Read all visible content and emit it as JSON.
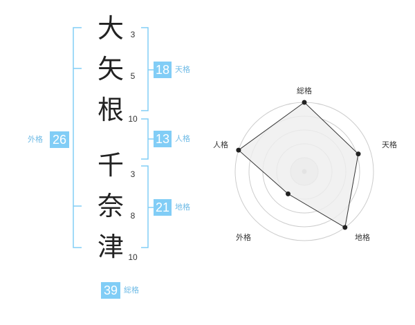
{
  "name": {
    "surname": [
      {
        "char": "大",
        "strokes": "3"
      },
      {
        "char": "矢",
        "strokes": "5"
      },
      {
        "char": "根",
        "strokes": "10"
      }
    ],
    "given": [
      {
        "char": "千",
        "strokes": "3"
      },
      {
        "char": "奈",
        "strokes": "8"
      },
      {
        "char": "津",
        "strokes": "10"
      }
    ]
  },
  "kaku": {
    "tenkaku": {
      "value": "18",
      "label": "天格"
    },
    "jinkaku": {
      "value": "13",
      "label": "人格"
    },
    "chikaku": {
      "value": "21",
      "label": "地格"
    },
    "gaikaku": {
      "value": "26",
      "label": "外格"
    },
    "soukaku": {
      "value": "39",
      "label": "総格"
    }
  },
  "radar": {
    "labels": {
      "soukaku": "総格",
      "tenkaku": "天格",
      "chikaku": "地格",
      "gaikaku": "外格",
      "jinkaku": "人格"
    },
    "scores": {
      "soukaku": 1.0,
      "tenkaku": 0.82,
      "chikaku": 1.0,
      "gaikaku": 0.4,
      "jinkaku": 1.0
    },
    "colors": {
      "fill": "#eeeeee",
      "line": "#333333",
      "ring": "#cccccc"
    }
  },
  "colors": {
    "bracket": "#81cdf6",
    "badge": "#81cdf6",
    "badge_label": "#6fbbe6"
  }
}
